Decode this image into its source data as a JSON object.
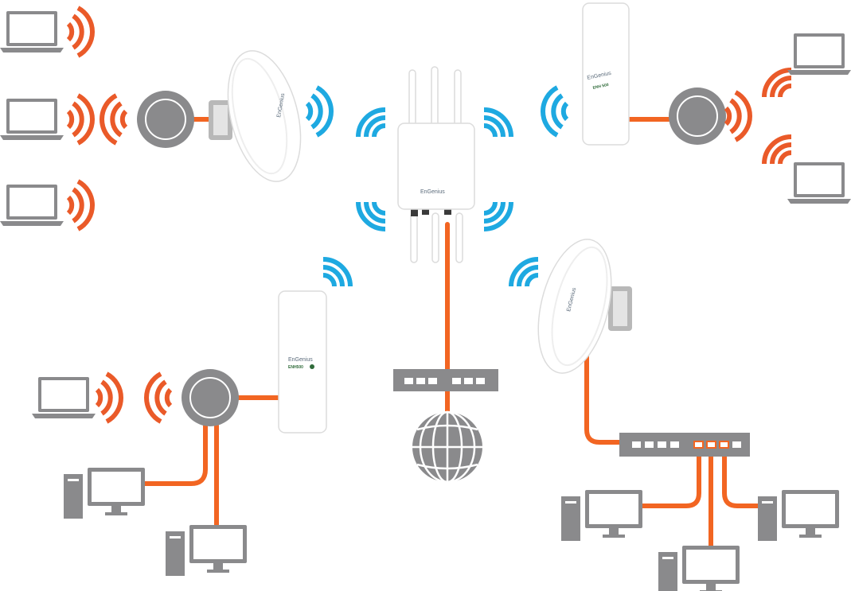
{
  "colors": {
    "cable": "#f26522",
    "wifi_ap": "#1ea9e1",
    "wifi_client": "#ea5a29",
    "device_grey": "#8a8a8c"
  },
  "labels": {
    "ap_brand": "EnGenius",
    "dish_brand_top": "EnGenius",
    "dish_brand_bottom": "EnGenius",
    "bridge_top_brand": "EnGenius",
    "bridge_top_model": "ENH 500",
    "bridge_left_brand": "EnGenius",
    "bridge_left_model": "ENH500"
  },
  "icons": [
    "access-point-icon",
    "dish-antenna-icon",
    "outdoor-bridge-icon",
    "wireless-router-icon",
    "laptop-icon",
    "desktop-computer-icon",
    "network-switch-icon",
    "globe-icon"
  ]
}
